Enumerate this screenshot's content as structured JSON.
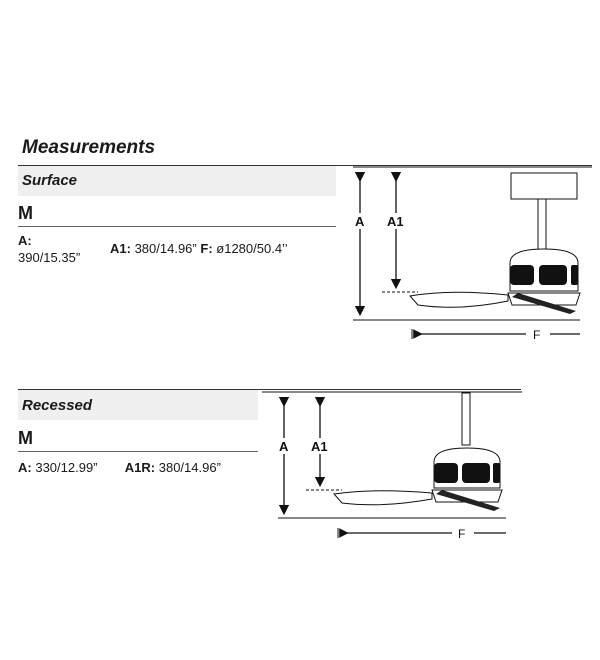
{
  "title": "Measurements",
  "surface": {
    "label": "Surface",
    "model": "M",
    "a_label": "A:",
    "a_value": "390/15.35”",
    "a1_label": "A1:",
    "a1_value": "380/14.96”",
    "f_label": "F:",
    "f_value": "ø1280/50.4’’",
    "diagram": {
      "dim_a": "A",
      "dim_a1": "A1",
      "dim_f": "F"
    }
  },
  "recessed": {
    "label": "Recessed",
    "model": "M",
    "a_label": "A:",
    "a_value": "330/12.99”",
    "a1r_label": "A1R:",
    "a1r_value": "380/14.96”",
    "diagram": {
      "dim_a": "A",
      "dim_a1": "A1",
      "dim_f": "F"
    }
  }
}
